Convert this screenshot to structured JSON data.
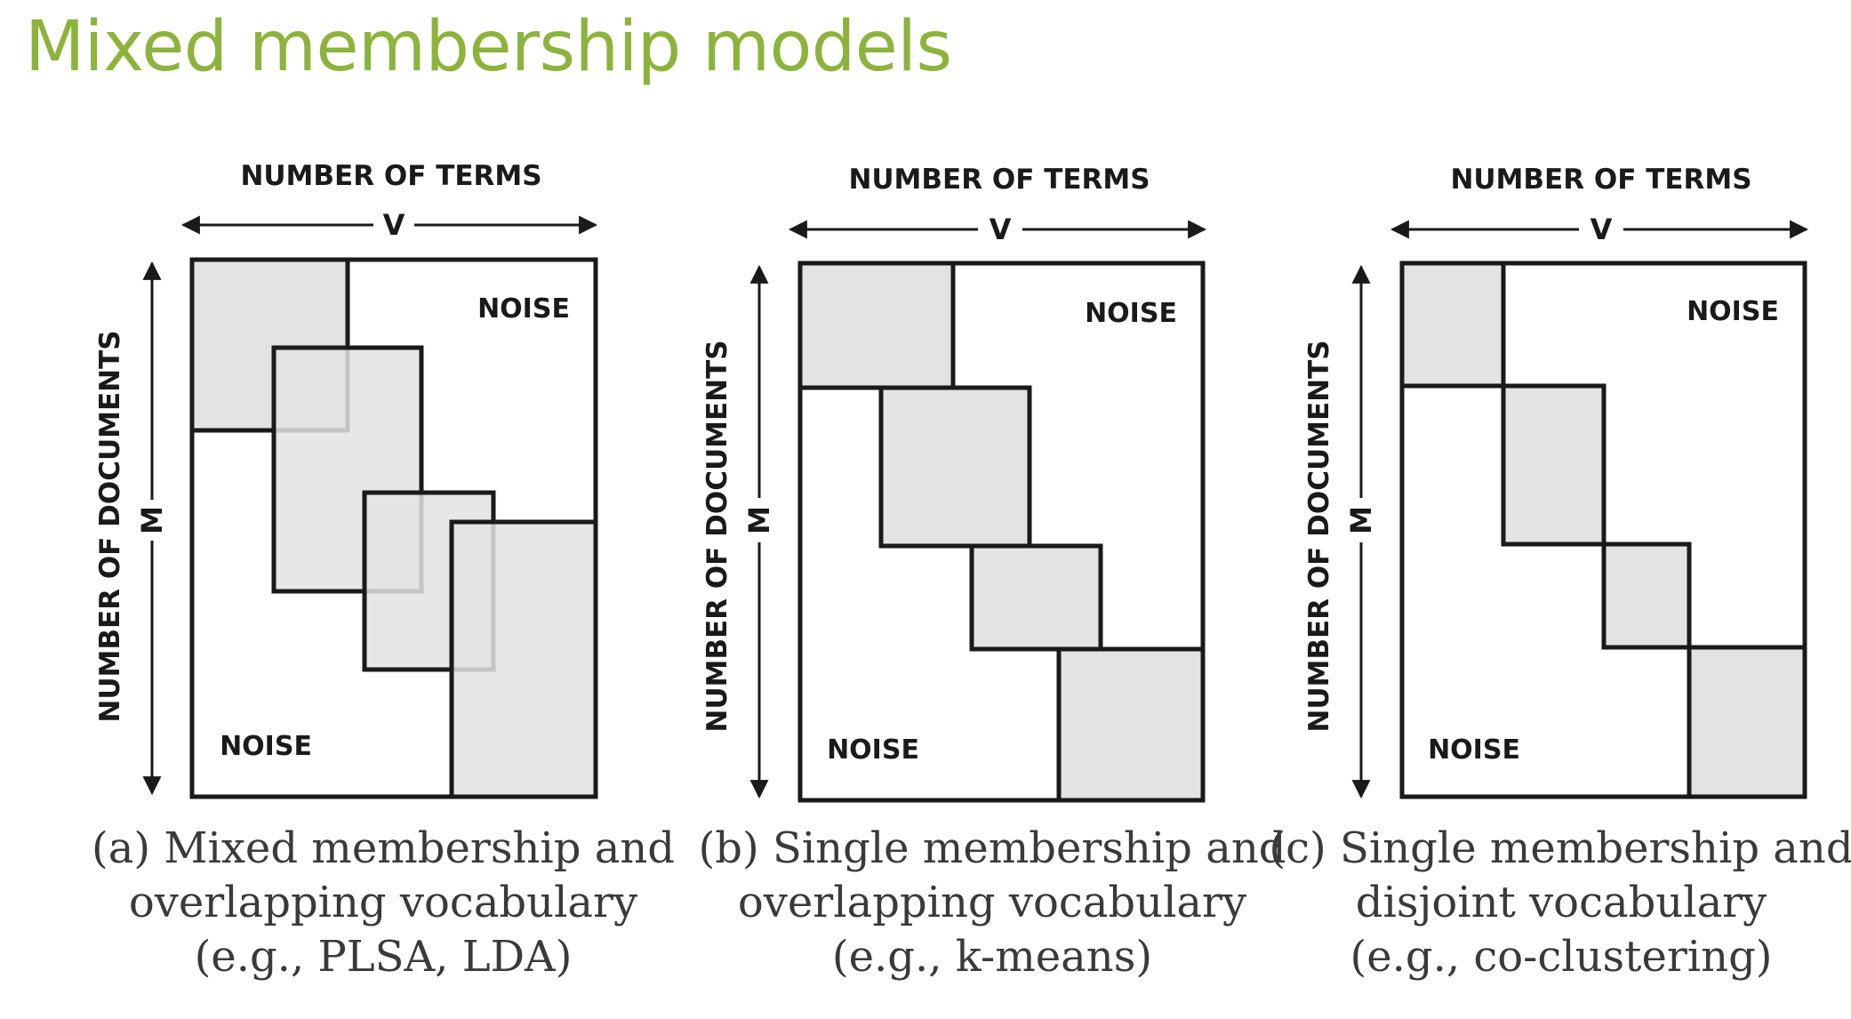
{
  "title": "Mixed membership models",
  "axis_labels": {
    "terms": "NUMBER OF TERMS",
    "v": "V",
    "documents": "NUMBER OF DOCUMENTS",
    "m": "M",
    "noise": "NOISE"
  },
  "panels": [
    {
      "id": "a",
      "caption": [
        "(a) Mixed membership and",
        "overlapping vocabulary",
        "(e.g., PLSA, LDA)"
      ]
    },
    {
      "id": "b",
      "caption": [
        "(b) Single membership and",
        "overlapping vocabulary",
        "(e.g., k-means)"
      ]
    },
    {
      "id": "c",
      "caption": [
        "(c) Single membership and",
        "disjoint vocabulary",
        "(e.g., co-clustering)"
      ]
    }
  ],
  "colors": {
    "title": "#8cb43c",
    "block_fill": "#e3e3e3",
    "stroke": "#1a1a1a"
  }
}
